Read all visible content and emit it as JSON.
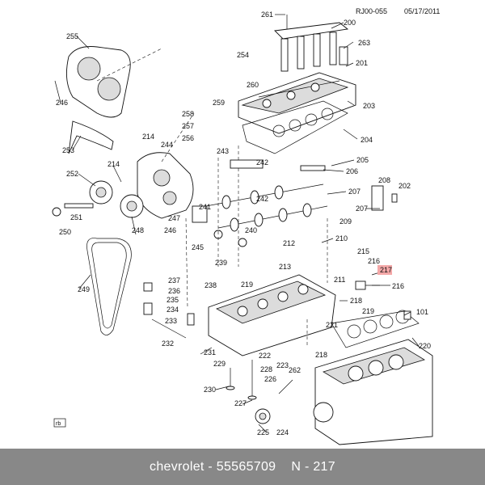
{
  "header": {
    "code": "RJ00-055",
    "date": "05/17/2011"
  },
  "footer": {
    "caption": "chevrolet - 55565709    N - 217"
  },
  "corner_label": "rb",
  "highlight_color": "#f4a8a8",
  "callouts": [
    {
      "id": "261",
      "text": "261"
    },
    {
      "id": "200",
      "text": "200"
    },
    {
      "id": "255",
      "text": "255"
    },
    {
      "id": "263",
      "text": "263"
    },
    {
      "id": "254",
      "text": "254"
    },
    {
      "id": "201",
      "text": "201"
    },
    {
      "id": "246a",
      "text": "246"
    },
    {
      "id": "260",
      "text": "260"
    },
    {
      "id": "259",
      "text": "259"
    },
    {
      "id": "203",
      "text": "203"
    },
    {
      "id": "258",
      "text": "258"
    },
    {
      "id": "257",
      "text": "257"
    },
    {
      "id": "256",
      "text": "256"
    },
    {
      "id": "214a",
      "text": "214"
    },
    {
      "id": "244",
      "text": "244"
    },
    {
      "id": "204",
      "text": "204"
    },
    {
      "id": "253",
      "text": "253"
    },
    {
      "id": "243",
      "text": "243"
    },
    {
      "id": "205",
      "text": "205"
    },
    {
      "id": "242a",
      "text": "242"
    },
    {
      "id": "214b",
      "text": "214"
    },
    {
      "id": "206",
      "text": "206"
    },
    {
      "id": "252",
      "text": "252"
    },
    {
      "id": "208",
      "text": "208"
    },
    {
      "id": "242b",
      "text": "242"
    },
    {
      "id": "207a",
      "text": "207"
    },
    {
      "id": "202",
      "text": "202"
    },
    {
      "id": "241",
      "text": "241"
    },
    {
      "id": "207b",
      "text": "207"
    },
    {
      "id": "251",
      "text": "251"
    },
    {
      "id": "247",
      "text": "247"
    },
    {
      "id": "209",
      "text": "209"
    },
    {
      "id": "250",
      "text": "250"
    },
    {
      "id": "248",
      "text": "248"
    },
    {
      "id": "246b",
      "text": "246"
    },
    {
      "id": "240",
      "text": "240"
    },
    {
      "id": "245",
      "text": "245"
    },
    {
      "id": "210",
      "text": "210"
    },
    {
      "id": "212",
      "text": "212"
    },
    {
      "id": "215",
      "text": "215"
    },
    {
      "id": "239",
      "text": "239"
    },
    {
      "id": "213",
      "text": "213"
    },
    {
      "id": "216a",
      "text": "216"
    },
    {
      "id": "217",
      "text": "217"
    },
    {
      "id": "249",
      "text": "249"
    },
    {
      "id": "219a",
      "text": "219"
    },
    {
      "id": "211",
      "text": "211"
    },
    {
      "id": "216b",
      "text": "216"
    },
    {
      "id": "237",
      "text": "237"
    },
    {
      "id": "236",
      "text": "236"
    },
    {
      "id": "238",
      "text": "238"
    },
    {
      "id": "218a",
      "text": "218"
    },
    {
      "id": "235",
      "text": "235"
    },
    {
      "id": "234",
      "text": "234"
    },
    {
      "id": "219b",
      "text": "219"
    },
    {
      "id": "101",
      "text": "101"
    },
    {
      "id": "233",
      "text": "233"
    },
    {
      "id": "221",
      "text": "221"
    },
    {
      "id": "232",
      "text": "232"
    },
    {
      "id": "220",
      "text": "220"
    },
    {
      "id": "231",
      "text": "231"
    },
    {
      "id": "222",
      "text": "222"
    },
    {
      "id": "218b",
      "text": "218"
    },
    {
      "id": "229",
      "text": "229"
    },
    {
      "id": "228",
      "text": "228"
    },
    {
      "id": "223",
      "text": "223"
    },
    {
      "id": "262",
      "text": "262"
    },
    {
      "id": "230",
      "text": "230"
    },
    {
      "id": "226",
      "text": "226"
    },
    {
      "id": "227",
      "text": "227"
    },
    {
      "id": "225",
      "text": "225"
    },
    {
      "id": "224",
      "text": "224"
    }
  ]
}
